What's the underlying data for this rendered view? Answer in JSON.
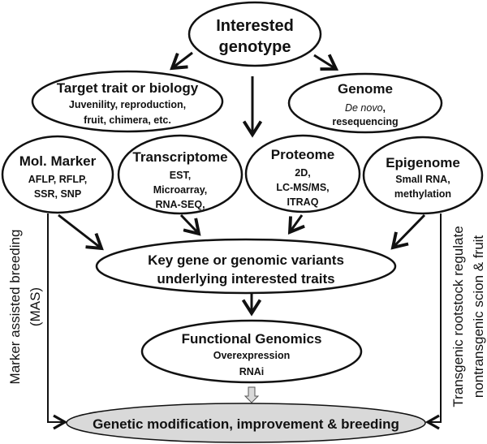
{
  "nodes": {
    "genotype": {
      "line1": "Interested",
      "line2": "genotype"
    },
    "target_trait": {
      "title": "Target trait or biology",
      "line1": "Juvenility, reproduction,",
      "line2": "fruit, chimera, etc."
    },
    "genome": {
      "title": "Genome",
      "line1_italic": "De novo",
      "line1_suffix": ",",
      "line2": "resequencing"
    },
    "mol_marker": {
      "title": "Mol. Marker",
      "line1": "AFLP, RFLP,",
      "line2": "SSR, SNP"
    },
    "transcriptome": {
      "title": "Transcriptome",
      "line1": "EST,",
      "line2": "Microarray,",
      "line3": "RNA-SEQ,"
    },
    "proteome": {
      "title": "Proteome",
      "line1": "2D,",
      "line2": "LC-MS/MS,",
      "line3": "ITRAQ"
    },
    "epigenome": {
      "title": "Epigenome",
      "line1": "Small RNA,",
      "line2": "methylation"
    },
    "key_gene": {
      "line1": "Key gene or genomic variants",
      "line2": "underlying interested traits"
    },
    "functional": {
      "title": "Functional Genomics",
      "line1": "Overexpression",
      "line2": "RNAi"
    },
    "final": {
      "label": "Genetic modification, improvement & breeding"
    }
  },
  "side_labels": {
    "left": {
      "line1": "Marker assisted breeding",
      "line2": "(MAS)"
    },
    "right": {
      "line1": "Transgenic rootstock regulate",
      "line2": "nontransgenic scion & fruit"
    }
  },
  "colors": {
    "final_fill": "#d9d9d9",
    "stroke": "#111111",
    "hollow_arrow": "#d9d9d9"
  }
}
